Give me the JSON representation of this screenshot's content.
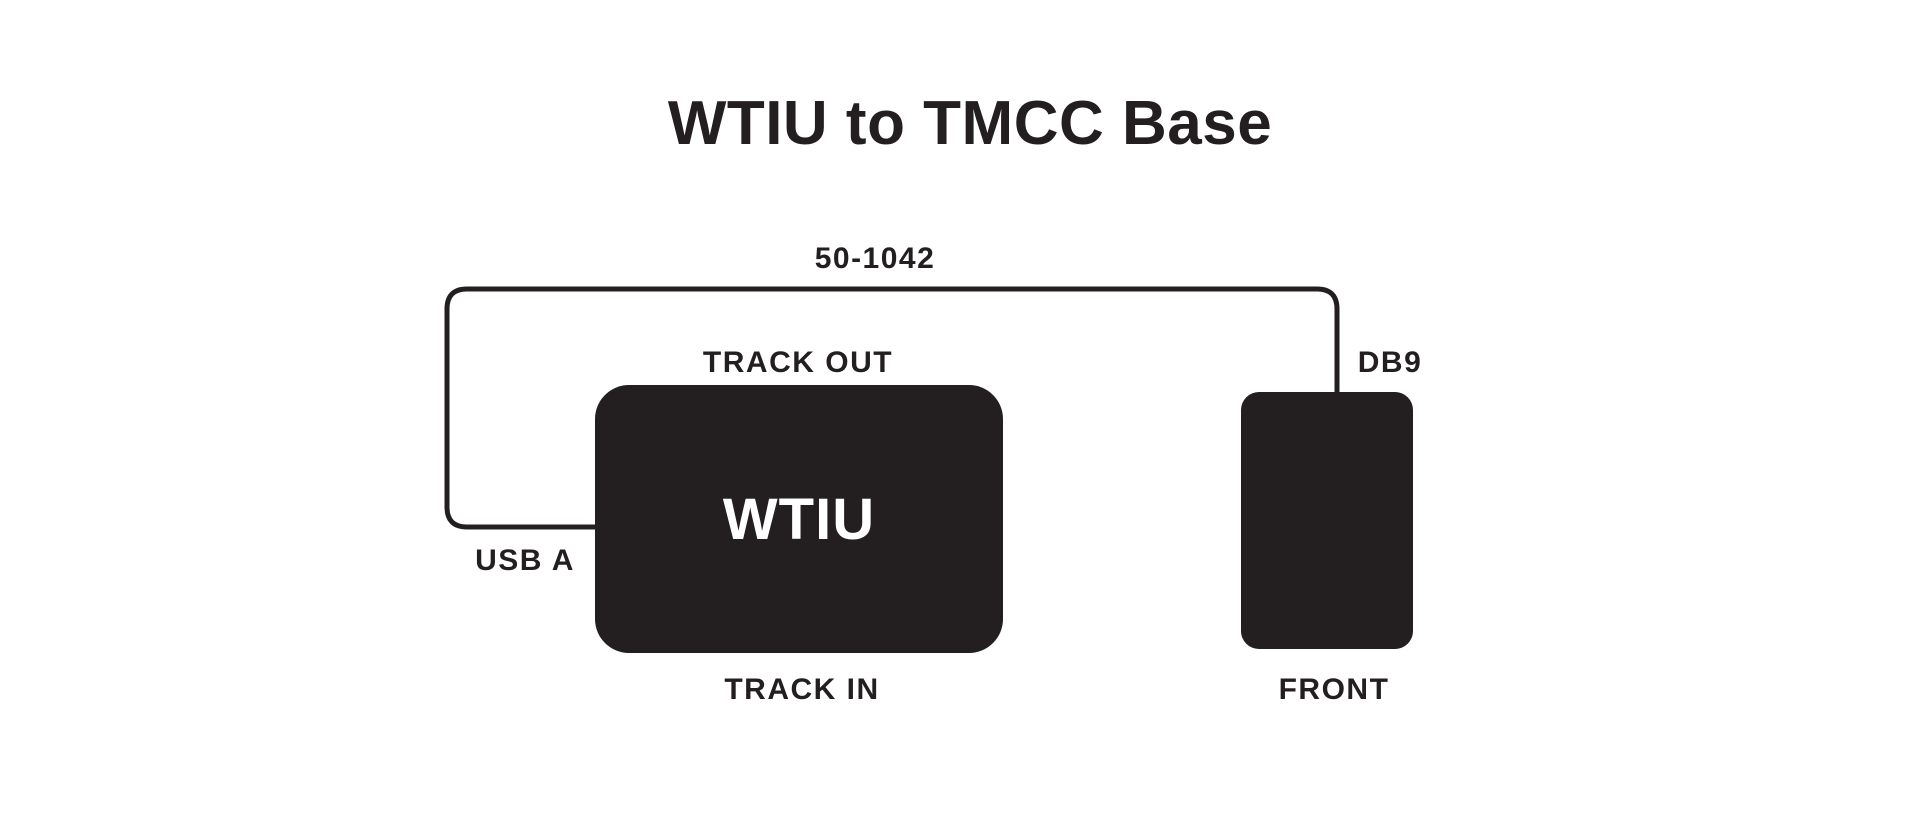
{
  "title": "WTIU to TMCC Base",
  "cable": {
    "part_number": "50-1042"
  },
  "wtiu_device": {
    "name": "WTIU",
    "port_top": "TRACK OUT",
    "port_left": "USB A",
    "port_bottom": "TRACK IN"
  },
  "tmcc_base_device": {
    "port_top": "DB9",
    "view_bottom": "FRONT"
  },
  "colors": {
    "background": "#ffffff",
    "device_fill": "#231f20",
    "cable_stroke": "#231f20",
    "label_text": "#231f20",
    "device_label_text": "#ffffff"
  }
}
